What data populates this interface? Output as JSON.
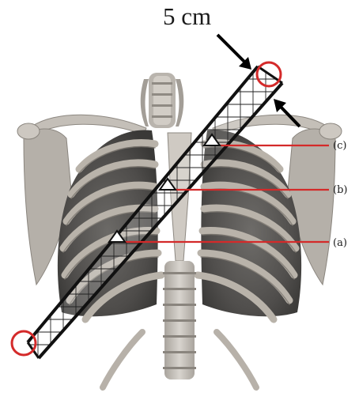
{
  "figure": {
    "scale_label": "5 cm",
    "markers": [
      {
        "id": "a",
        "label": "(a)"
      },
      {
        "id": "b",
        "label": "(b)"
      },
      {
        "id": "c",
        "label": "(c)"
      }
    ],
    "colors": {
      "annotation_red": "#d42a2a",
      "strip_black": "#111111",
      "bone": "#c9c4bd",
      "lung": "#5a5856",
      "rib": "#a8a29a"
    }
  }
}
